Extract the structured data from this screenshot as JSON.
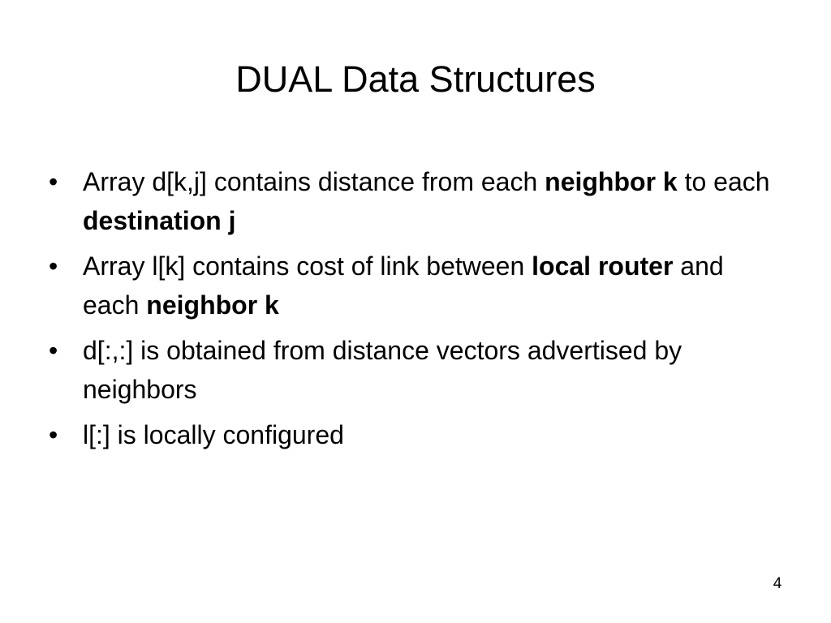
{
  "slide": {
    "title": "DUAL Data Structures",
    "page_number": "4",
    "bullet_marker": "•",
    "bullets": [
      {
        "segments": [
          {
            "text": "Array d[k,j] contains distance from each ",
            "bold": false
          },
          {
            "text": "neighbor k",
            "bold": true
          },
          {
            "text": " to each ",
            "bold": false
          },
          {
            "text": "destination j",
            "bold": true
          }
        ]
      },
      {
        "segments": [
          {
            "text": "Array l[k] contains cost of link between ",
            "bold": false
          },
          {
            "text": "local router",
            "bold": true
          },
          {
            "text": " and each ",
            "bold": false
          },
          {
            "text": "neighbor k",
            "bold": true
          }
        ]
      },
      {
        "segments": [
          {
            "text": "d[:,:] is obtained from distance vectors advertised by neighbors",
            "bold": false
          }
        ]
      },
      {
        "segments": [
          {
            "text": "l[:] is locally configured",
            "bold": false
          }
        ]
      }
    ]
  }
}
